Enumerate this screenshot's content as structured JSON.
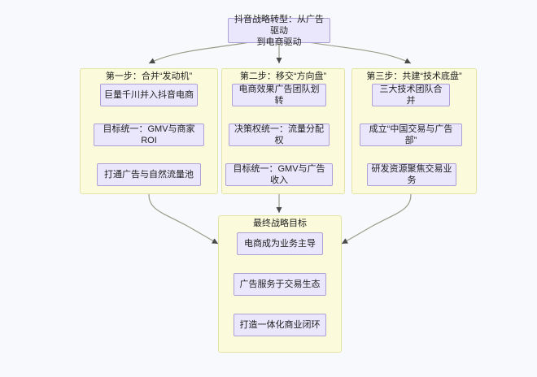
{
  "diagram": {
    "title_node": {
      "id": "root",
      "label": "抖音战略转型：从广告驱动\n到电商驱动"
    },
    "clusters": [
      {
        "id": "step1",
        "title": "第一步：合并“发动机”",
        "nodes": [
          {
            "id": "s1n1",
            "label": "巨量千川并入抖音电商"
          },
          {
            "id": "s1n2",
            "label": "目标统一：GMV与商家ROI"
          },
          {
            "id": "s1n3",
            "label": "打通广告与自然流量池"
          }
        ]
      },
      {
        "id": "step2",
        "title": "第二步：移交“方向盘”",
        "nodes": [
          {
            "id": "s2n1",
            "label": "电商效果广告团队划转"
          },
          {
            "id": "s2n2",
            "label": "决策权统一：流量分配权"
          },
          {
            "id": "s2n3",
            "label": "目标统一：GMV与广告收入"
          }
        ]
      },
      {
        "id": "step3",
        "title": "第三步：共建“技术底盘”",
        "nodes": [
          {
            "id": "s3n1",
            "label": "三大技术团队合并"
          },
          {
            "id": "s3n2",
            "label": "成立“中国交易与广告部”"
          },
          {
            "id": "s3n3",
            "label": "研发资源聚焦交易业务"
          }
        ]
      },
      {
        "id": "goal",
        "title": "最终战略目标",
        "nodes": [
          {
            "id": "gn1",
            "label": "电商成为业务主导"
          },
          {
            "id": "gn2",
            "label": "广告服务于交易生态"
          },
          {
            "id": "gn3",
            "label": "打造一体化商业闭环"
          }
        ]
      }
    ],
    "colors": {
      "page_background": "#f7f9fc",
      "node_fill": "#eae6fb",
      "node_border": "#aca0d6",
      "cluster_fill": "#fbfbdc",
      "cluster_border": "#e3e3a8",
      "edge_stroke": "#9c9c8a",
      "text": "#1f1f1f"
    }
  }
}
